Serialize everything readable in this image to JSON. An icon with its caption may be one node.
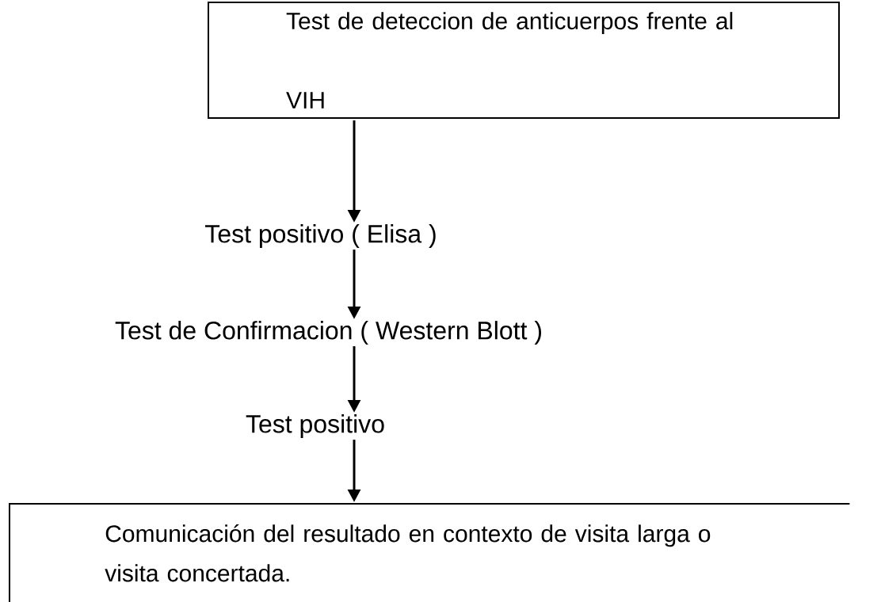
{
  "diagram": {
    "nodes": [
      {
        "text": [
          "Test de deteccion de anticuerpos frente al VIH"
        ]
      },
      {
        "text": [
          "Test positivo ( Elisa )"
        ]
      },
      {
        "text": [
          "Test de Confirmacion ( Western Blott )"
        ]
      },
      {
        "text": [
          "Test positivo"
        ]
      },
      {
        "text": [
          "Comunicación del resultado en contexto de visita larga o visita concertada."
        ]
      }
    ],
    "edges": [
      {
        "from": 0,
        "to": 1,
        "arrow": "to"
      },
      {
        "from": 1,
        "to": 2,
        "arrow": "to"
      },
      {
        "from": 2,
        "to": 3,
        "arrow": "to"
      },
      {
        "from": 3,
        "to": 4,
        "arrow": "to"
      }
    ]
  }
}
